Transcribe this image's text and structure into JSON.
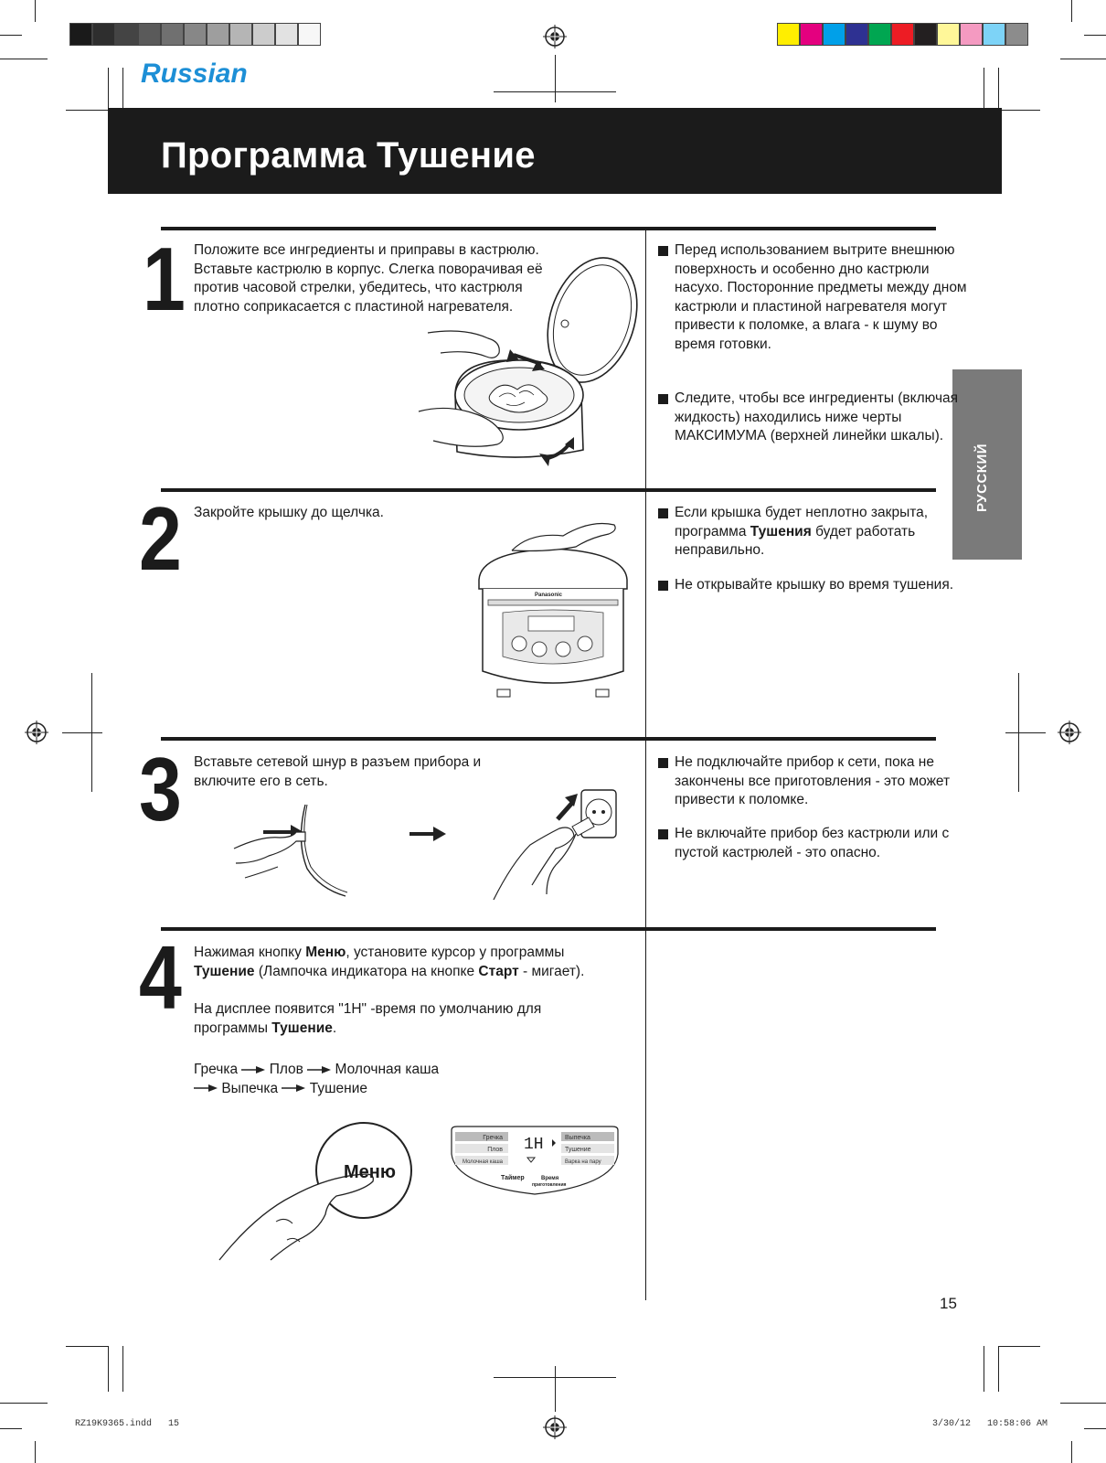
{
  "header": {
    "language": "Russian",
    "title": "Программа Тушение",
    "side_tab": "РУССКИЙ"
  },
  "steps": [
    {
      "number": "1",
      "text": "Положите все ингредиенты и приправы в кастрюлю. Вставьте кастрюлю в корпус. Слегка поворачивая её против часовой стрелки, убедитесь, что кастрюля плотно соприкасается с пластиной нагревателя.",
      "notes": [
        "Перед использованием вытрите внешнюю поверхность и особенно дно кастрюли насухо. Посторонние предметы между дном кастрюли и пластиной нагревателя могут привести к поломке, а влага - к шуму во время готовки.",
        "Следите, чтобы все ингредиенты (включая жидкость) находились ниже черты МАКСИМУМА (верхней линейки шкалы)."
      ]
    },
    {
      "number": "2",
      "text": "Закройте крышку до щелчка.",
      "notes": [
        "Если крышка будет неплотно закрыта, программа Тушения будет работать неправильно.",
        "Не открывайте крышку во время тушения."
      ],
      "device_brand": "Panasonic"
    },
    {
      "number": "3",
      "text": "Вставьте сетевой шнур в разъем прибора и включите его в сеть.",
      "notes": [
        "Не подключайте прибор к сети, пока не закончены все приготовления - это может привести к поломке.",
        "Не включайте прибор без кастрюли или с пустой кастрюлей - это опасно."
      ]
    },
    {
      "number": "4",
      "text_a_pre": "Нажимая кнопку ",
      "text_a_b1": "Меню",
      "text_a_mid": ", установите курсор у программы ",
      "text_a_b2": "Тушение",
      "text_a_mid2": " (Лампочка индикатора на кнопке ",
      "text_a_b3": "Старт",
      "text_a_post": " - мигает).",
      "text_b_pre": "На дисплее появится \"1H\" -время по умолчанию для программы ",
      "text_b_b": "Тушение",
      "text_b_post": ".",
      "sequence_line1": [
        "Гречка",
        "Плов",
        "Молочная каша"
      ],
      "sequence_line2": [
        "Выпечка",
        "Тушение"
      ],
      "menu_button": "Меню",
      "display": {
        "left_labels": [
          "Гречка",
          "Плов",
          "Молочная каша"
        ],
        "right_labels": [
          "Выпечка",
          "Тушение",
          "Варка на пару"
        ],
        "readout": "1H",
        "bottom_left": "Таймер",
        "bottom_right_1": "Время",
        "bottom_right_2": "приготовления"
      }
    }
  ],
  "page_number": "15",
  "footer": {
    "file": "RZ19K9365.indd   15",
    "timestamp": "3/30/12   10:58:06 AM"
  },
  "colors": {
    "accent_blue": "#1d8fd6",
    "title_bar": "#1b1b1b",
    "side_tab": "#7a7a7a"
  }
}
